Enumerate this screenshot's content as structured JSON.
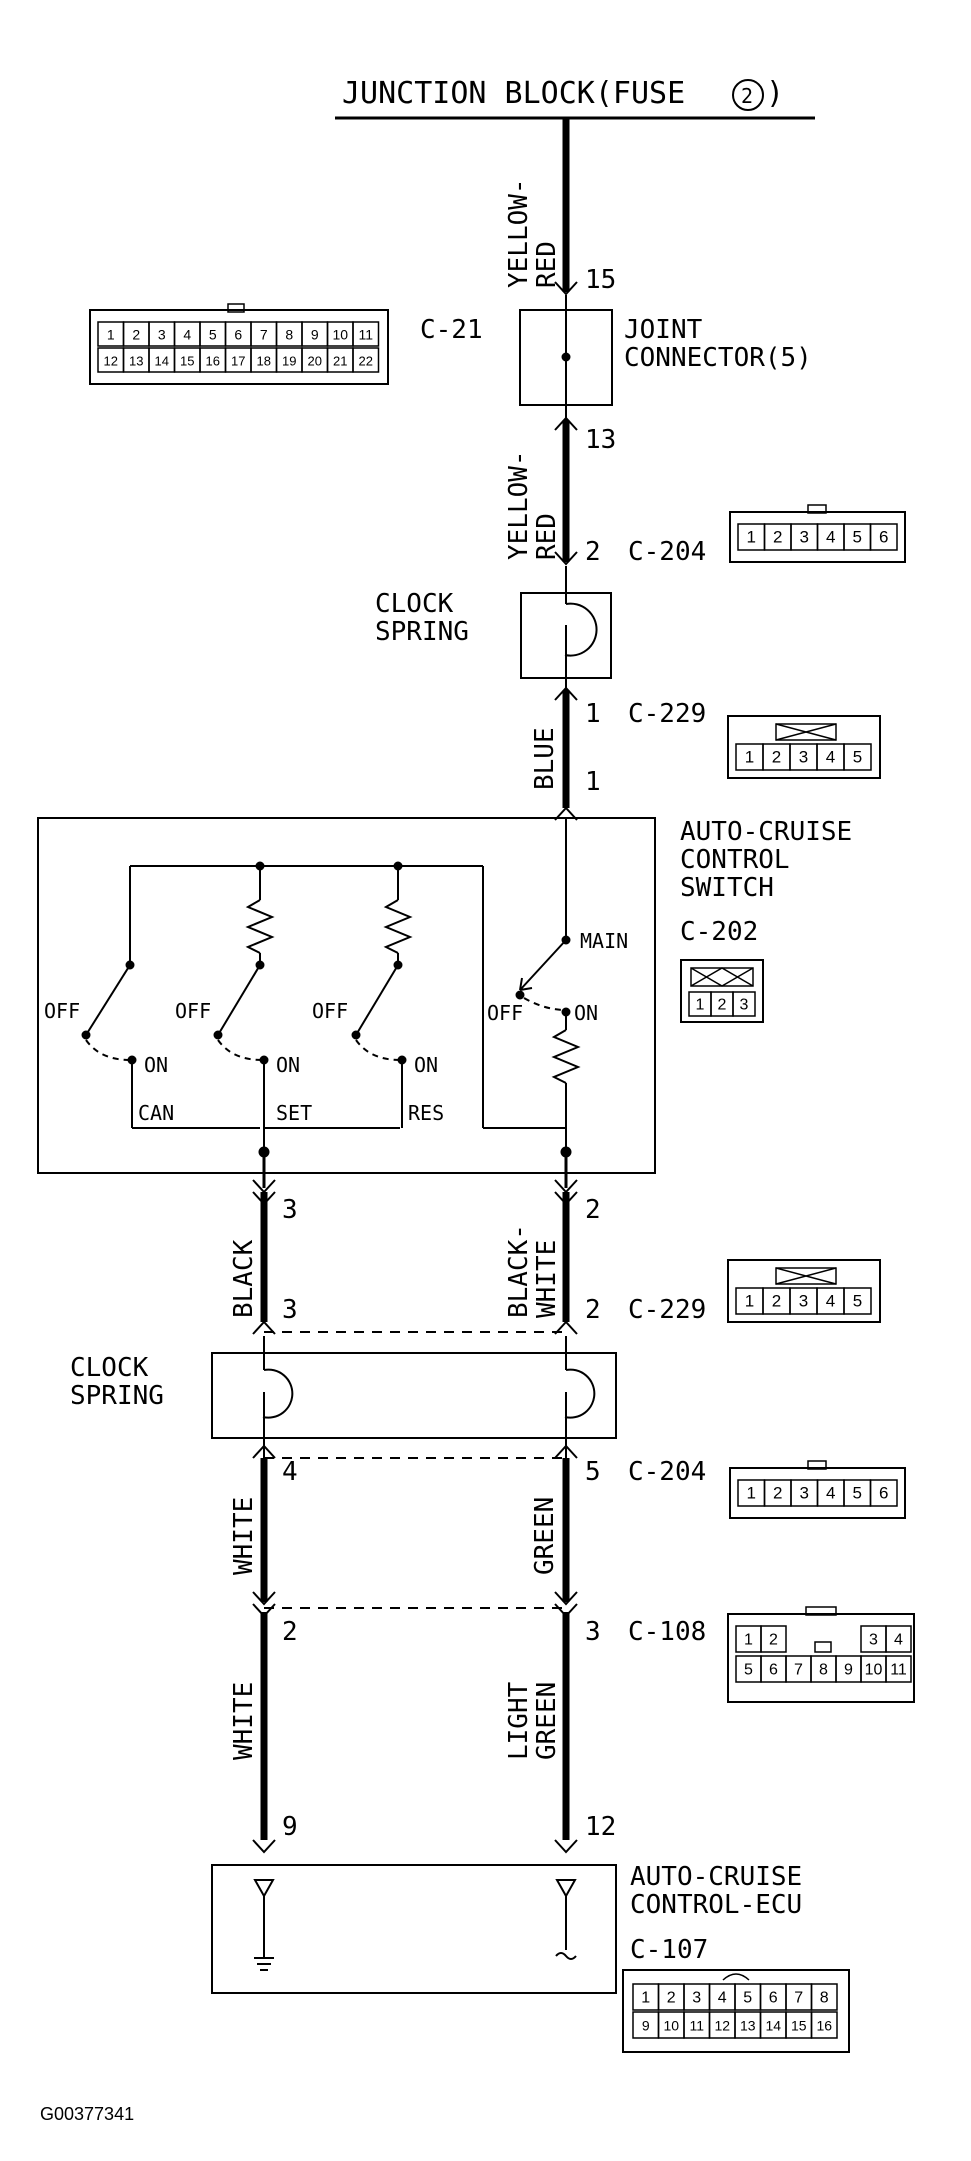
{
  "source": {
    "label": "JUNCTION BLOCK(FUSE",
    "fuse_number": "2",
    "close": ")"
  },
  "wires": {
    "top_upper": {
      "color": "YELLOW-",
      "color2": "RED",
      "pin_bottom": "15"
    },
    "top_lower": {
      "pin_top": "13",
      "color": "YELLOW-",
      "color2": "RED",
      "pin_bottom": "2"
    },
    "blue": {
      "pin_top": "1",
      "color": "BLUE",
      "pin_bottom": "1"
    },
    "left_black": {
      "pin_top": "3",
      "color": "BLACK",
      "pin_bottom": "3"
    },
    "right_black_white": {
      "pin_top": "2",
      "color": "BLACK-",
      "color2": "WHITE",
      "pin_bottom": "2"
    },
    "left_white": {
      "pin_top": "4",
      "color": "WHITE"
    },
    "right_green": {
      "pin_top": "5",
      "color": "GREEN"
    },
    "left_white2": {
      "pin_top": "2",
      "color": "WHITE",
      "pin_bottom": "9"
    },
    "right_light_green": {
      "pin_top": "3",
      "color": "LIGHT",
      "color2": "GREEN",
      "pin_bottom": "12"
    }
  },
  "components": {
    "joint_connector": {
      "id": "C-21",
      "label1": "JOINT",
      "label2": "CONNECTOR(5)"
    },
    "clock_spring_upper": {
      "label1": "CLOCK",
      "label2": "SPRING"
    },
    "clock_spring_lower": {
      "label1": "CLOCK",
      "label2": "SPRING"
    },
    "switch": {
      "title1": "AUTO-CRUISE",
      "title2": "CONTROL",
      "title3": "SWITCH",
      "id": "C-202",
      "main": "MAIN",
      "off": "OFF",
      "on": "ON",
      "can": "CAN",
      "set": "SET",
      "res": "RES"
    },
    "ecu": {
      "title1": "AUTO-CRUISE",
      "title2": "CONTROL-ECU",
      "id": "C-107"
    }
  },
  "connector_ids": {
    "c204_upper": "C-204",
    "c229_upper": "C-229",
    "c229_lower": "C-229",
    "c204_lower": "C-204",
    "c108": "C-108"
  },
  "connector_pins": {
    "c21": {
      "row1": [
        "1",
        "2",
        "3",
        "4",
        "5",
        "6",
        "7",
        "8",
        "9",
        "10",
        "11"
      ],
      "row2": [
        "12",
        "13",
        "14",
        "15",
        "16",
        "17",
        "18",
        "19",
        "20",
        "21",
        "22"
      ]
    },
    "c204": [
      "1",
      "2",
      "3",
      "4",
      "5",
      "6"
    ],
    "c229": [
      "1",
      "2",
      "3",
      "4",
      "5"
    ],
    "c202": [
      "1",
      "2",
      "3"
    ],
    "c108": {
      "top_left": [
        "1",
        "2"
      ],
      "top_right": [
        "3",
        "4"
      ],
      "bottom": [
        "5",
        "6",
        "7",
        "8",
        "9",
        "10",
        "11"
      ]
    },
    "c107": {
      "row1": [
        "1",
        "2",
        "3",
        "4",
        "5",
        "6",
        "7",
        "8"
      ],
      "row2": [
        "9",
        "10",
        "11",
        "12",
        "13",
        "14",
        "15",
        "16"
      ]
    }
  },
  "figure_id": "G00377341"
}
